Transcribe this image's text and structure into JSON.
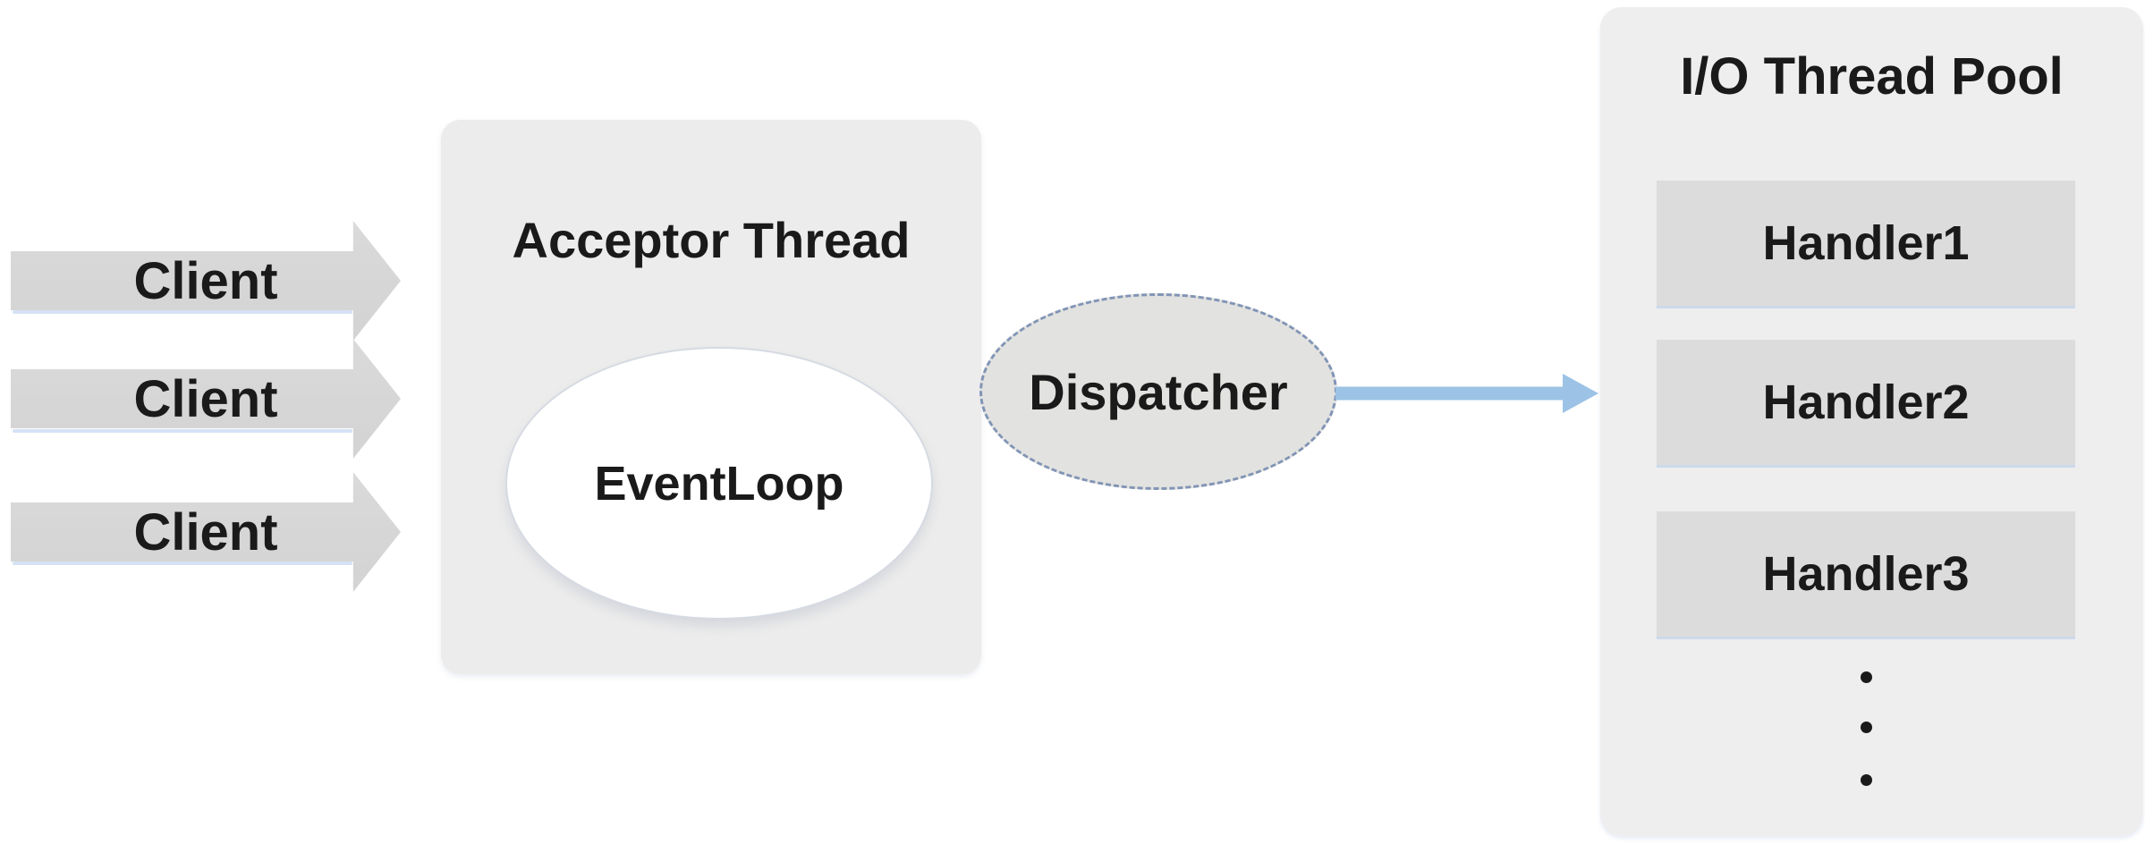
{
  "colors": {
    "background": "#ffffff",
    "client_arrow_fill": "#d6d6d6",
    "acceptor_box_fill": "#ececec",
    "eventloop_fill": "#ffffff",
    "dispatcher_fill": "#e2e2e0",
    "dispatcher_border": "#8195b5",
    "flow_arrow_blue": "#9cc3e6",
    "pool_panel_fill": "#eeeeef",
    "handler_box_fill": "#dcdcdc",
    "text": "#1a1a1a"
  },
  "clients": [
    {
      "label": "Client"
    },
    {
      "label": "Client"
    },
    {
      "label": "Client"
    }
  ],
  "acceptor": {
    "title": "Acceptor Thread",
    "eventloop_label": "EventLoop"
  },
  "dispatcher": {
    "label": "Dispatcher"
  },
  "thread_pool": {
    "title": "I/O Thread Pool",
    "handlers": [
      {
        "label": "Handler1"
      },
      {
        "label": "Handler2"
      },
      {
        "label": "Handler3"
      }
    ],
    "ellipsis_dots": 3
  }
}
